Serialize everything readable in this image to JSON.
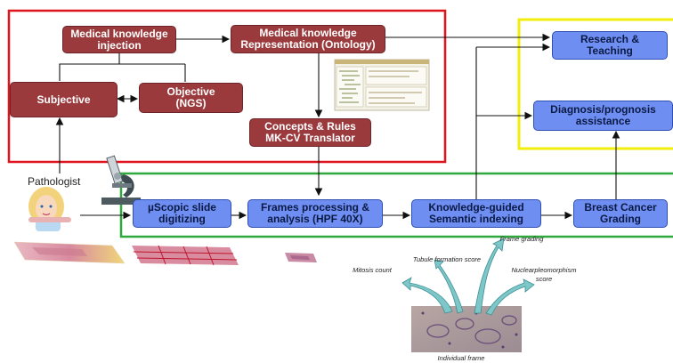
{
  "colors": {
    "red_region": "#e0141f",
    "yellow_region": "#f2ee0b",
    "green_region": "#2fa83d",
    "red_box": "#9b3a3c",
    "blue_box": "#6f8ef2"
  },
  "boxes": {
    "mk_injection": "Medical knowledge\ninjection",
    "mk_representation": "Medical knowledge\nRepresentation (Ontology)",
    "subjective": "Subjective",
    "objective": "Objective\n(NGS)",
    "concepts_rules": "Concepts & Rules\nMK-CV Translator",
    "research_teaching": "Research &\nTeaching",
    "diagnosis": "Diagnosis/prognosis\nassistance",
    "slide_digitizing": "µScopic slide\ndigitizing",
    "frames_processing": "Frames processing &\nanalysis (HPF 40X)",
    "semantic_indexing": "Knowledge-guided\nSemantic indexing",
    "grading": "Breast Cancer\nGrading"
  },
  "labels": {
    "pathologist": "Pathologist",
    "frame_grading": "Frame grading",
    "tubule_score": "Tubule formation score",
    "mitosis_count": "Mitosis count",
    "nuclear_score": "Nuclearpleomorphism\nscore",
    "individual_frame": "Individual frame"
  },
  "icons": [
    "pathologist-avatar",
    "microscope-icon",
    "ontology-screenshot",
    "slide-thumbnail",
    "slide-grid-thumbnail",
    "frame-thumbnail",
    "histology-frame"
  ]
}
